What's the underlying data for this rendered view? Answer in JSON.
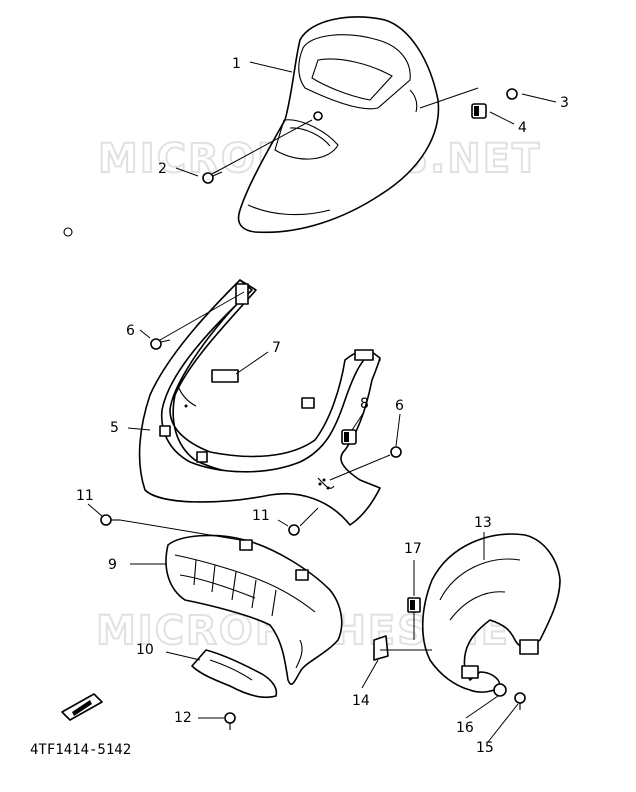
{
  "watermark": "MICROFICHES.NET",
  "diagram_code": "4TF1414-5142",
  "callouts": [
    "1",
    "2",
    "3",
    "4",
    "5",
    "6",
    "7",
    "8",
    "6",
    "11",
    "11",
    "9",
    "10",
    "12",
    "13",
    "17",
    "14",
    "16",
    "15"
  ]
}
